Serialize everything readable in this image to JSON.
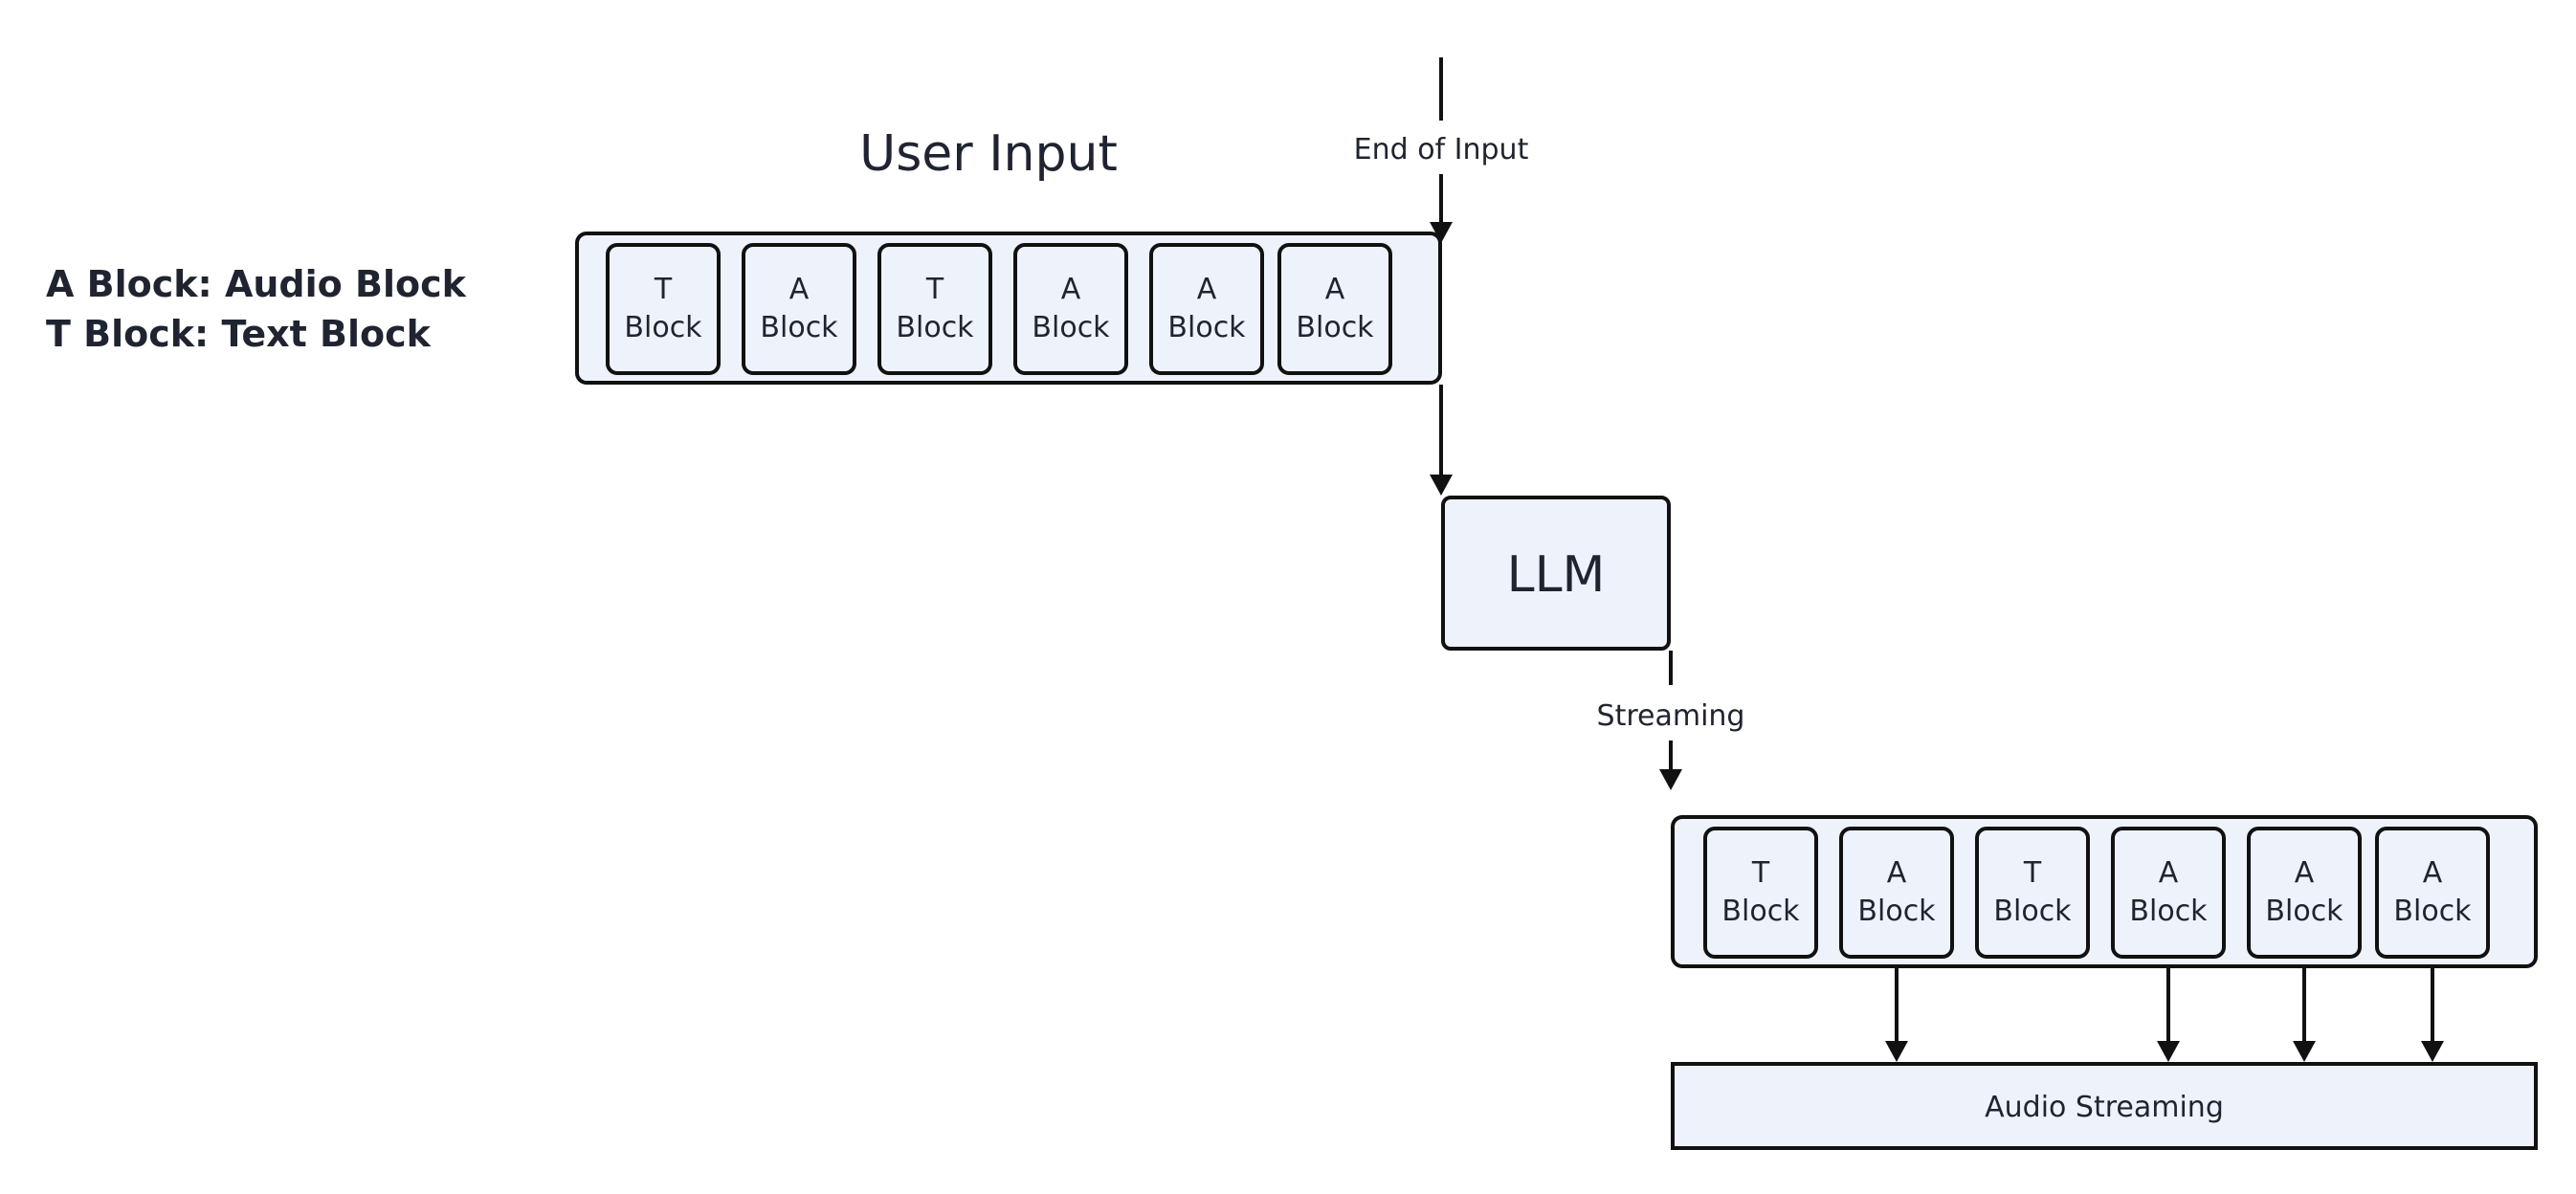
{
  "legend": {
    "line1": "A Block: Audio Block",
    "line2": "T Block: Text Block"
  },
  "input": {
    "title": "User Input",
    "blocks": [
      {
        "kind": "T",
        "label": "Block"
      },
      {
        "kind": "A",
        "label": "Block"
      },
      {
        "kind": "T",
        "label": "Block"
      },
      {
        "kind": "A",
        "label": "Block"
      },
      {
        "kind": "A",
        "label": "Block"
      },
      {
        "kind": "A",
        "label": "Block"
      }
    ]
  },
  "arrows": {
    "end_of_input": "End of Input",
    "streaming": "Streaming"
  },
  "llm": {
    "label": "LLM"
  },
  "output": {
    "blocks": [
      {
        "kind": "T",
        "label": "Block"
      },
      {
        "kind": "A",
        "label": "Block"
      },
      {
        "kind": "T",
        "label": "Block"
      },
      {
        "kind": "A",
        "label": "Block"
      },
      {
        "kind": "A",
        "label": "Block"
      },
      {
        "kind": "A",
        "label": "Block"
      }
    ]
  },
  "audio_streaming": {
    "label": "Audio Streaming"
  },
  "colors": {
    "box_fill": "#eef3fb",
    "stroke": "#111111",
    "text": "#1f2430"
  }
}
